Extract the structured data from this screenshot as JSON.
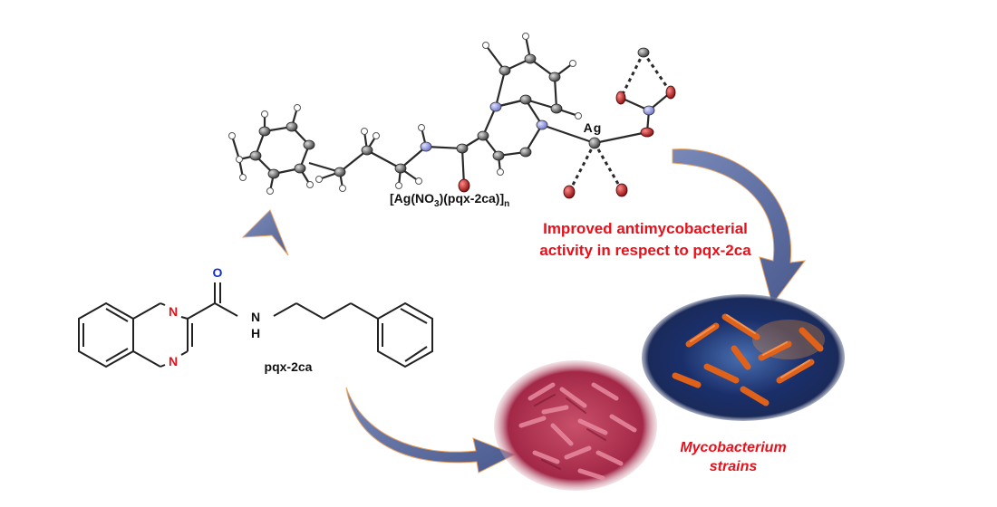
{
  "pqx_label": "pqx-2ca",
  "complex_formula": {
    "prefix": "[Ag(NO",
    "sub_3": "3",
    "middle": ")(pqx-2ca)]",
    "sub_n": "n"
  },
  "ag_label": "Ag",
  "improvement_text": {
    "line1": "Improved antimycobacterial",
    "line2": "activity in respect to pqx-2ca"
  },
  "mycobacterium_label": {
    "line1": "Mycobacterium",
    "line2": "strains"
  },
  "atom_labels": {
    "oxygen": "O",
    "amide_n": "N",
    "amide_h": "H",
    "ring_n_top": "N",
    "ring_n_bottom": "N"
  },
  "colors": {
    "red_text": "#e8101a",
    "oxygen_blue": "#1030c8",
    "nitrogen_red": "#e8101a",
    "arrow": "#5b6b9e",
    "bond": "#333333"
  }
}
